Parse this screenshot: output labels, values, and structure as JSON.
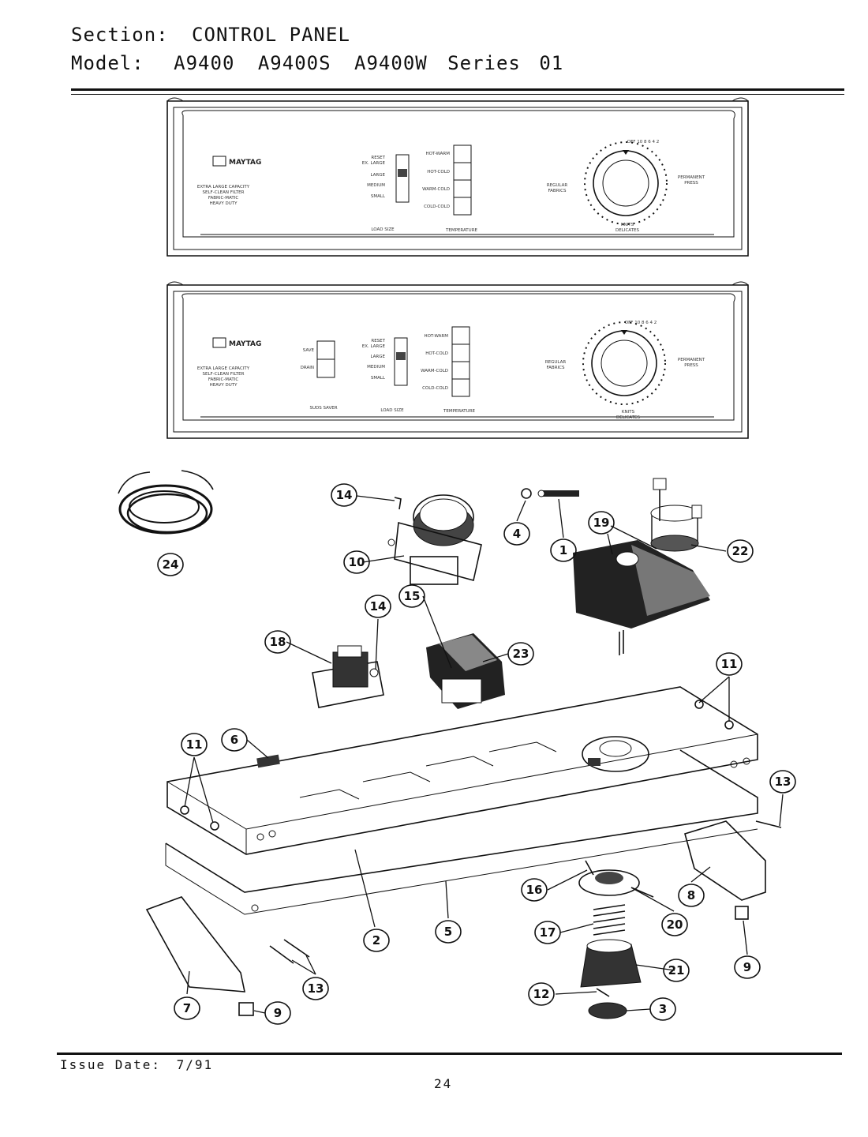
{
  "header": {
    "section_label": "Section:",
    "section_value": "CONTROL PANEL",
    "model_label": "Model:",
    "models": [
      "A9400",
      "A9400S",
      "A9400W"
    ],
    "series_label": "Series",
    "series_value": "01"
  },
  "panel_top": {
    "brand": "MAYTAG",
    "features": [
      "EXTRA LARGE CAPACITY",
      "SELF-CLEAN FILTER",
      "FABRIC-MATIC",
      "HEAVY DUTY"
    ],
    "load_sizes": [
      "RESET",
      "EX. LARGE",
      "LARGE",
      "MEDIUM",
      "SMALL"
    ],
    "temps": [
      "HOT-WARM",
      "HOT-COLD",
      "WARM-COLD",
      "COLD-COLD"
    ],
    "section_labels": [
      "LOAD SIZE",
      "TEMPERATURE"
    ],
    "dial_left": [
      "REGULAR",
      "FABRICS"
    ],
    "dial_right": [
      "PERMANENT",
      "PRESS"
    ],
    "dial_bottom": [
      "KNITS",
      "DELICATES"
    ],
    "dial_top": "OFF 10 8 6 4 2"
  },
  "panel_bottom": {
    "brand": "MAYTAG",
    "features": [
      "EXTRA LARGE CAPACITY",
      "SELF-CLEAN FILTER",
      "FABRIC-MATIC",
      "HEAVY DUTY"
    ],
    "suds_buttons": [
      "SAVE",
      "DRAIN"
    ],
    "load_sizes": [
      "RESET",
      "EX. LARGE",
      "LARGE",
      "MEDIUM",
      "SMALL"
    ],
    "temps": [
      "HOT-WARM",
      "HOT-COLD",
      "WARM-COLD",
      "COLD-COLD"
    ],
    "section_labels": [
      "SUDS SAVER",
      "LOAD SIZE",
      "TEMPERATURE"
    ],
    "dial_left": [
      "REGULAR",
      "FABRICS"
    ],
    "dial_right": [
      "PERMANENT",
      "PRESS"
    ],
    "dial_bottom": [
      "KNITS",
      "DELICATES"
    ],
    "dial_top": "OFF 10 8 6 4 2"
  },
  "callouts": [
    "1",
    "2",
    "3",
    "4",
    "5",
    "6",
    "7",
    "8",
    "9",
    "9",
    "10",
    "11",
    "11",
    "11",
    "12",
    "13",
    "13",
    "14",
    "14",
    "15",
    "16",
    "17",
    "18",
    "19",
    "20",
    "21",
    "22",
    "23",
    "24"
  ],
  "footer": {
    "issue_label": "Issue Date:",
    "issue_value": "7/91",
    "page_number": "24"
  }
}
